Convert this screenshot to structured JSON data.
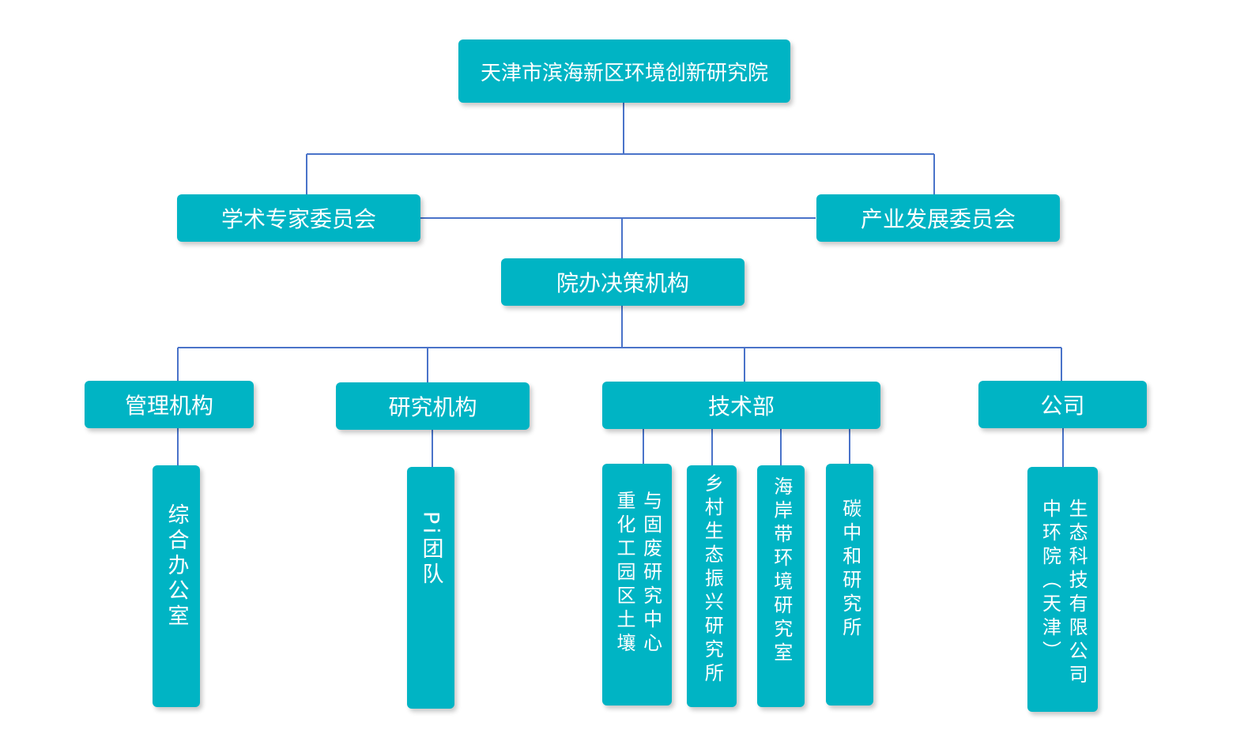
{
  "colors": {
    "box": "#00b4c4",
    "text": "#ffffff",
    "connector": "#4a73c9"
  },
  "root": "天津市滨海新区环境创新研究院",
  "committees": {
    "academic": "学术专家委员会",
    "industry": "产业发展委员会"
  },
  "decision": "院办决策机构",
  "departments": {
    "management": "管理机构",
    "research": "研究机构",
    "tech": "技术部",
    "company": "公司"
  },
  "units": {
    "general_office": "综合办公室",
    "pi_team": "Pi团队",
    "soil_center": {
      "col1": "与固废研究中心",
      "col2": "重化工园区土壤"
    },
    "rural_institute": "乡村生态振兴研究所",
    "coastal_lab": "海岸带环境研究室",
    "carbon_institute": "碳中和研究所",
    "company_unit": {
      "col1": "生态科技有限公司",
      "col2": "中环院（天津）"
    }
  }
}
